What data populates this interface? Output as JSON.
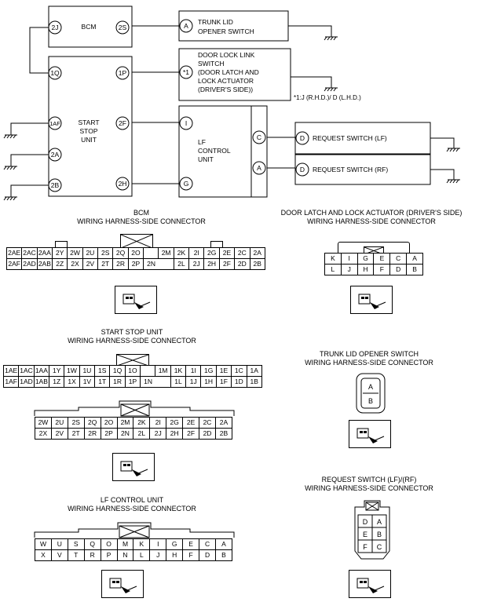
{
  "schematic": {
    "bcm": {
      "title": "BCM",
      "pin_left": "2J",
      "pin_right": "2S"
    },
    "start_stop": {
      "title": [
        "START",
        "STOP",
        "UNIT"
      ],
      "pins": [
        "1Q",
        "1P",
        "1AF",
        "2F",
        "2A",
        "2B",
        "2H"
      ]
    },
    "trunk": {
      "pin": "A",
      "label": [
        "TRUNK LID",
        "OPENER SWITCH"
      ]
    },
    "door": {
      "pin": "*1",
      "label": [
        "DOOR LOCK LINK",
        "SWITCH",
        "(DOOR LATCH AND",
        "LOCK ACTUATOR",
        "(DRIVER'S SIDE))"
      ]
    },
    "footnote": "*1:J (R.H.D.)/ D (L.H.D.)",
    "lf_control": {
      "title": [
        "LF",
        "CONTROL",
        "UNIT"
      ],
      "pins": [
        "I",
        "G",
        "C",
        "A"
      ]
    },
    "req_lf": {
      "pin": "D",
      "label": "REQUEST SWITCH (LF)"
    },
    "req_rf": {
      "pin": "D",
      "label": "REQUEST SWITCH (RF)"
    }
  },
  "connectors": {
    "bcm": {
      "title": [
        "BCM",
        "WIRING HARNESS-SIDE CONNECTOR"
      ],
      "row1": [
        "2AE",
        "2AC",
        "2AA",
        "2Y",
        "2W",
        "2U",
        "2S",
        "2Q",
        "2O",
        "",
        "2M",
        "2K",
        "2I",
        "2G",
        "2E",
        "2C",
        "2A"
      ],
      "row2": [
        "2AF",
        "2AD",
        "2AB",
        "2Z",
        "2X",
        "2V",
        "2T",
        "2R",
        "2P",
        "2N",
        "2L",
        "2J",
        "2H",
        "2F",
        "2D",
        "2B"
      ]
    },
    "door": {
      "title": [
        "DOOR LATCH AND LOCK ACTUATOR (DRIVER'S SIDE)",
        "WIRING HARNESS-SIDE CONNECTOR"
      ],
      "row1": [
        "K",
        "I",
        "G",
        "E",
        "C",
        "A"
      ],
      "row2": [
        "L",
        "J",
        "H",
        "F",
        "D",
        "B"
      ]
    },
    "ssu": {
      "title": [
        "START STOP UNIT",
        "WIRING HARNESS-SIDE CONNECTOR"
      ],
      "a_row1": [
        "1AE",
        "1AC",
        "1AA",
        "1Y",
        "1W",
        "1U",
        "1S",
        "1Q",
        "1O",
        "",
        "1M",
        "1K",
        "1I",
        "1G",
        "1E",
        "1C",
        "1A"
      ],
      "a_row2": [
        "1AF",
        "1AD",
        "1AB",
        "1Z",
        "1X",
        "1V",
        "1T",
        "1R",
        "1P",
        "1N",
        "1L",
        "1J",
        "1H",
        "1F",
        "1D",
        "1B"
      ],
      "b_row1": [
        "2W",
        "2U",
        "2S",
        "2Q",
        "2O",
        "2M",
        "2K",
        "2I",
        "2G",
        "2E",
        "2C",
        "2A"
      ],
      "b_row2": [
        "2X",
        "2V",
        "2T",
        "2R",
        "2P",
        "2N",
        "2L",
        "2J",
        "2H",
        "2F",
        "2D",
        "2B"
      ]
    },
    "trunk": {
      "title": [
        "TRUNK LID OPENER SWITCH",
        "WIRING HARNESS-SIDE CONNECTOR"
      ],
      "pins": [
        "A",
        "B"
      ]
    },
    "lf": {
      "title": [
        "LF CONTROL UNIT",
        "WIRING HARNESS-SIDE CONNECTOR"
      ],
      "row1": [
        "W",
        "U",
        "S",
        "Q",
        "O",
        "M",
        "K",
        "I",
        "G",
        "E",
        "C",
        "A"
      ],
      "row2": [
        "X",
        "V",
        "T",
        "R",
        "P",
        "N",
        "L",
        "J",
        "H",
        "F",
        "D",
        "B"
      ]
    },
    "req": {
      "title": [
        "REQUEST SWITCH (LF)/(RF)",
        "WIRING HARNESS-SIDE CONNECTOR"
      ],
      "rows": [
        [
          "D",
          "A"
        ],
        [
          "E",
          "B"
        ],
        [
          "F",
          "C"
        ]
      ]
    }
  }
}
